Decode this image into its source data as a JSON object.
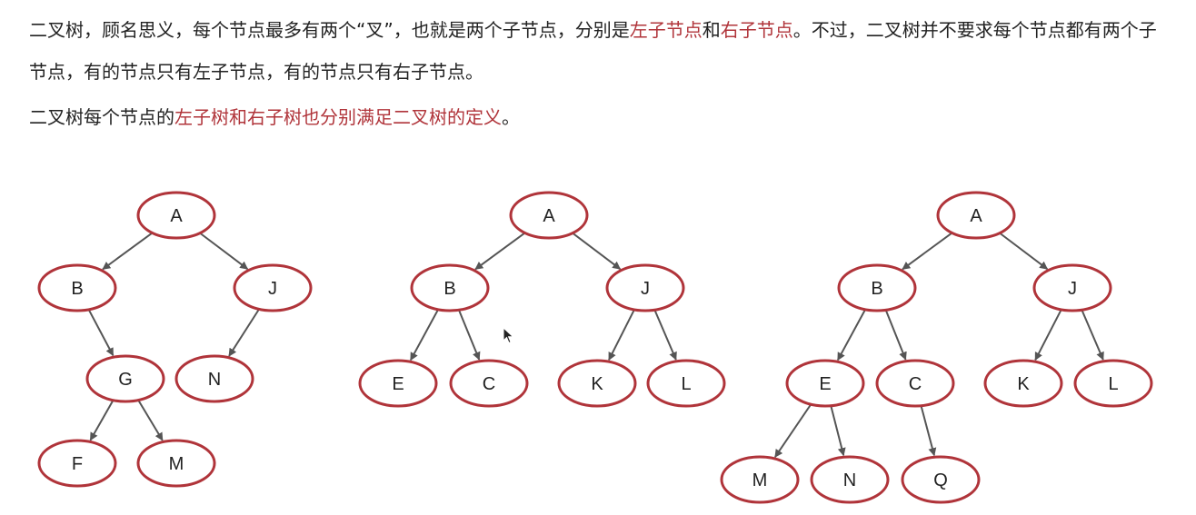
{
  "intro": {
    "p1": {
      "t1": "二叉树，顾名思义，每个节点最多有两个“叉”，也就是两个子节点，分别是",
      "h1": "左子节点",
      "t2": "和",
      "h2": "右子节点",
      "t3": "。不过，二叉树并不要求每个节点都有两个子节点，有的节点只有左子节点，有的节点只有右子节点。"
    },
    "p2": {
      "t1": "二叉树每个节点的",
      "h1": "左子树和右子树也分别满足二叉树的定义",
      "t2": "。"
    }
  },
  "trees": [
    {
      "nodes": [
        {
          "id": "A",
          "label": "A"
        },
        {
          "id": "B",
          "label": "B"
        },
        {
          "id": "J",
          "label": "J"
        },
        {
          "id": "G",
          "label": "G"
        },
        {
          "id": "N",
          "label": "N"
        },
        {
          "id": "F",
          "label": "F"
        },
        {
          "id": "M",
          "label": "M"
        }
      ],
      "edges": [
        [
          "A",
          "B"
        ],
        [
          "A",
          "J"
        ],
        [
          "B",
          "G"
        ],
        [
          "J",
          "N"
        ],
        [
          "G",
          "F"
        ],
        [
          "G",
          "M"
        ]
      ]
    },
    {
      "nodes": [
        {
          "id": "A",
          "label": "A"
        },
        {
          "id": "B",
          "label": "B"
        },
        {
          "id": "J",
          "label": "J"
        },
        {
          "id": "E",
          "label": "E"
        },
        {
          "id": "C",
          "label": "C"
        },
        {
          "id": "K",
          "label": "K"
        },
        {
          "id": "L",
          "label": "L"
        }
      ],
      "edges": [
        [
          "A",
          "B"
        ],
        [
          "A",
          "J"
        ],
        [
          "B",
          "E"
        ],
        [
          "B",
          "C"
        ],
        [
          "J",
          "K"
        ],
        [
          "J",
          "L"
        ]
      ]
    },
    {
      "nodes": [
        {
          "id": "A",
          "label": "A"
        },
        {
          "id": "B",
          "label": "B"
        },
        {
          "id": "J",
          "label": "J"
        },
        {
          "id": "E",
          "label": "E"
        },
        {
          "id": "C",
          "label": "C"
        },
        {
          "id": "K",
          "label": "K"
        },
        {
          "id": "L",
          "label": "L"
        },
        {
          "id": "M",
          "label": "M"
        },
        {
          "id": "N",
          "label": "N"
        },
        {
          "id": "Q",
          "label": "Q"
        }
      ],
      "edges": [
        [
          "A",
          "B"
        ],
        [
          "A",
          "J"
        ],
        [
          "B",
          "E"
        ],
        [
          "B",
          "C"
        ],
        [
          "J",
          "K"
        ],
        [
          "J",
          "L"
        ],
        [
          "E",
          "M"
        ],
        [
          "E",
          "N"
        ],
        [
          "C",
          "Q"
        ]
      ]
    }
  ],
  "colors": {
    "node_stroke": "#b0343a",
    "node_fill": "#ffffff",
    "edge": "#555555",
    "highlight_text": "#b0343a",
    "body_text": "#222222"
  },
  "icons": {
    "cursor": "mouse-pointer-icon"
  }
}
